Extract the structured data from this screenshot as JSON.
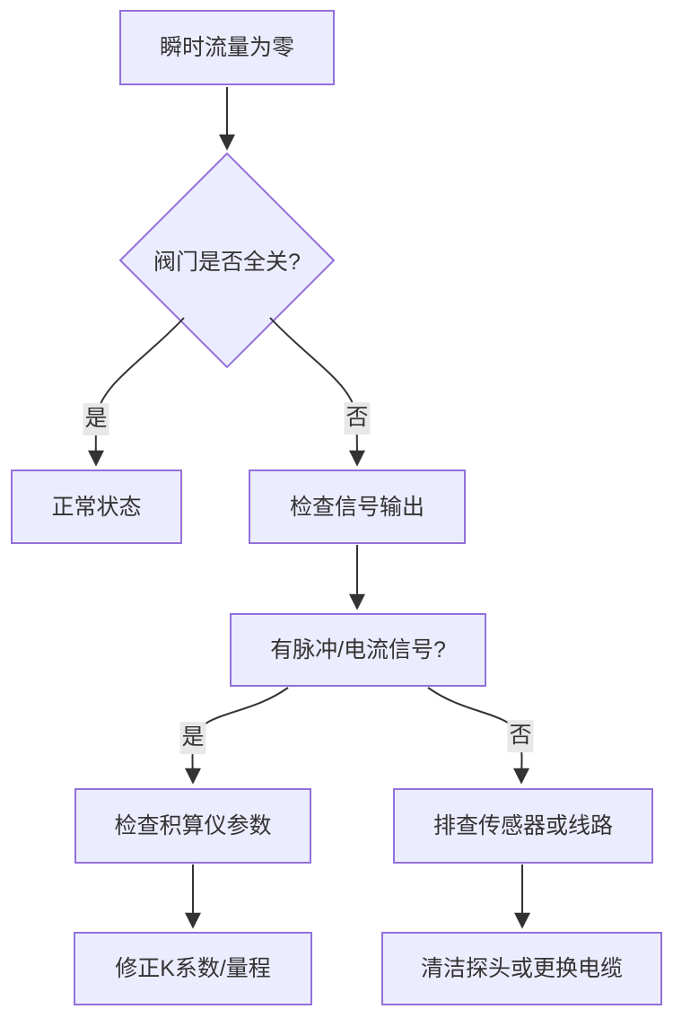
{
  "diagram": {
    "type": "flowchart",
    "direction": "top-down",
    "colors": {
      "background": "#ffffff",
      "node_fill": "#ECECFF",
      "node_border": "#9370DB",
      "edge_line": "#333333",
      "edge_label_background": "#e8e8e8",
      "text": "#333333"
    },
    "nodes": [
      {
        "id": "start",
        "shape": "rect",
        "label": "瞬时流量为零"
      },
      {
        "id": "decision1",
        "shape": "diamond",
        "label": "阀门是否全关?"
      },
      {
        "id": "normal",
        "shape": "rect",
        "label": "正常状态"
      },
      {
        "id": "checkout",
        "shape": "rect",
        "label": "检查信号输出"
      },
      {
        "id": "decision2",
        "shape": "rect",
        "label": "有脉冲/电流信号?"
      },
      {
        "id": "checkparam",
        "shape": "rect",
        "label": "检查积算仪参数"
      },
      {
        "id": "checksensor",
        "shape": "rect",
        "label": "排查传感器或线路"
      },
      {
        "id": "fixk",
        "shape": "rect",
        "label": "修正K系数/量程"
      },
      {
        "id": "cleanprobe",
        "shape": "rect",
        "label": "清洁探头或更换电缆"
      }
    ],
    "edges": [
      {
        "from": "start",
        "to": "decision1",
        "label": ""
      },
      {
        "from": "decision1",
        "to": "normal",
        "label": "是"
      },
      {
        "from": "decision1",
        "to": "checkout",
        "label": "否"
      },
      {
        "from": "checkout",
        "to": "decision2",
        "label": ""
      },
      {
        "from": "decision2",
        "to": "checkparam",
        "label": "是"
      },
      {
        "from": "decision2",
        "to": "checksensor",
        "label": "否"
      },
      {
        "from": "checkparam",
        "to": "fixk",
        "label": ""
      },
      {
        "from": "checksensor",
        "to": "cleanprobe",
        "label": ""
      }
    ]
  }
}
